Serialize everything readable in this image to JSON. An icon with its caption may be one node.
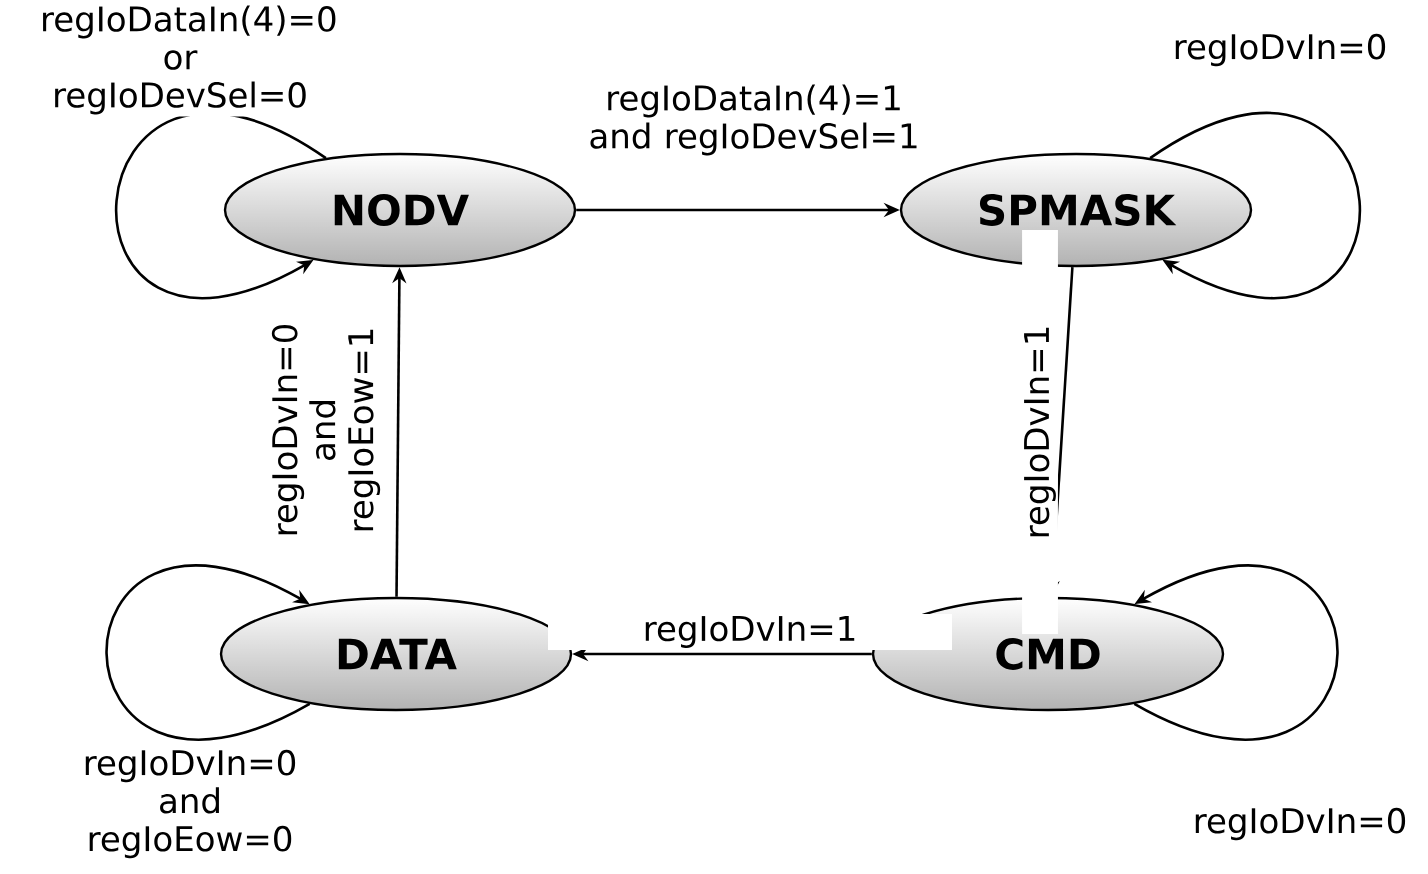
{
  "diagram": {
    "nodes": [
      {
        "text": [
          "NODV"
        ]
      },
      {
        "text": [
          "SPMASK"
        ]
      },
      {
        "text": [
          "CMD"
        ]
      },
      {
        "text": [
          "DATA"
        ]
      }
    ],
    "edges": [
      {
        "from": 0,
        "to": 0,
        "arrow": "to",
        "label": "regIoDataIn(4)=0 or regIoDevSel=0"
      },
      {
        "from": 0,
        "to": 1,
        "arrow": "to",
        "label": "regIoDataIn(4)=1 and regIoDevSel=1"
      },
      {
        "from": 1,
        "to": 1,
        "arrow": "to",
        "label": "regIoDvIn=0"
      },
      {
        "from": 1,
        "to": 2,
        "arrow": "to",
        "label": "regIoDvIn=1"
      },
      {
        "from": 3,
        "to": 0,
        "arrow": "to",
        "label": "regIoDvIn=0 and regIoEow=1"
      },
      {
        "from": 2,
        "to": 2,
        "arrow": "to",
        "label": "regIoDvIn=0"
      },
      {
        "from": 2,
        "to": 3,
        "arrow": "to",
        "label": "regIoDvIn=1"
      },
      {
        "from": 3,
        "to": 3,
        "arrow": "to",
        "label": "regIoDvIn=0 and regIoEow=0"
      }
    ]
  }
}
